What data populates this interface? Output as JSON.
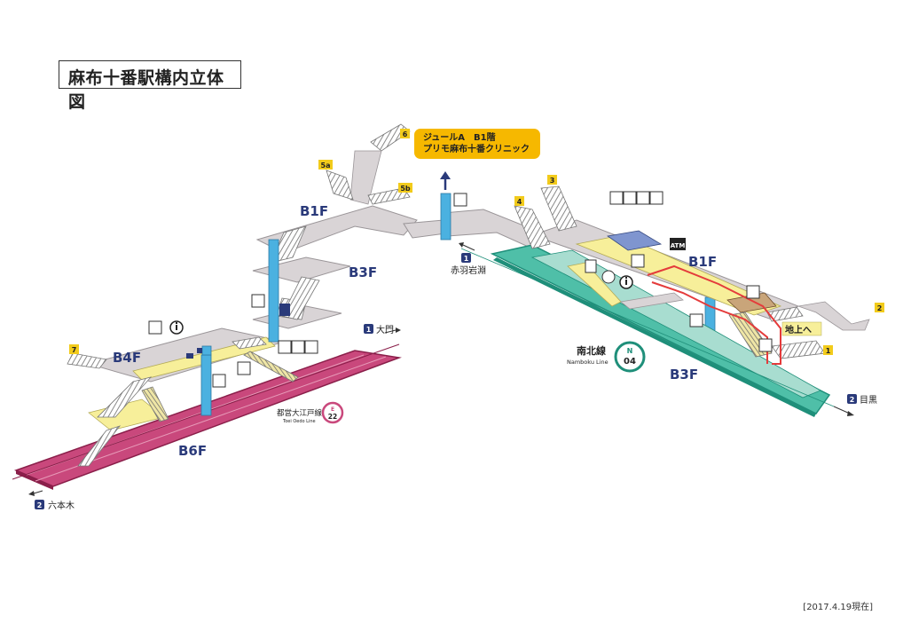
{
  "title": "麻布十番駅構内立体図",
  "date": "[2017.4.19現在]",
  "callout": {
    "line1": "ジュールA　B1階",
    "line2": "プリモ麻布十番クリニック"
  },
  "floors": {
    "b1f_left": "B1F",
    "b3f_left": "B3F",
    "b4f": "B4F",
    "b6f": "B6F",
    "b1f_right": "B1F",
    "b3f_right": "B3F"
  },
  "exits": [
    "6",
    "5a",
    "5b",
    "7",
    "4",
    "3",
    "2",
    "1"
  ],
  "directions": {
    "daimon": {
      "num": "1",
      "label": "大門"
    },
    "roppongi": {
      "num": "2",
      "label": "六本木"
    },
    "akabane": {
      "num": "1",
      "label": "赤羽岩淵"
    },
    "meguro": {
      "num": "2",
      "label": "目黒"
    }
  },
  "namboku": {
    "name": "南北線",
    "roman": "Namboku Line",
    "letter": "N",
    "number": "04"
  },
  "oedo": {
    "name": "都営大江戸線",
    "roman": "Toei Oedo Line",
    "letter": "E",
    "number": "22"
  },
  "atm": "ATM",
  "to_ground": "地上へ",
  "colors": {
    "namboku": "#4fbfa8",
    "namboku_dark": "#1f8f7a",
    "oedo": "#c9487c",
    "oedo_dark": "#8a1f4a",
    "concourse": "#d9d4d6",
    "platform_yellow": "#f7ef9a",
    "elevator": "#4bb1e0",
    "exit_badge": "#f2cb1b",
    "accent_red": "#e43b3b",
    "navy": "#2a3a7a"
  }
}
